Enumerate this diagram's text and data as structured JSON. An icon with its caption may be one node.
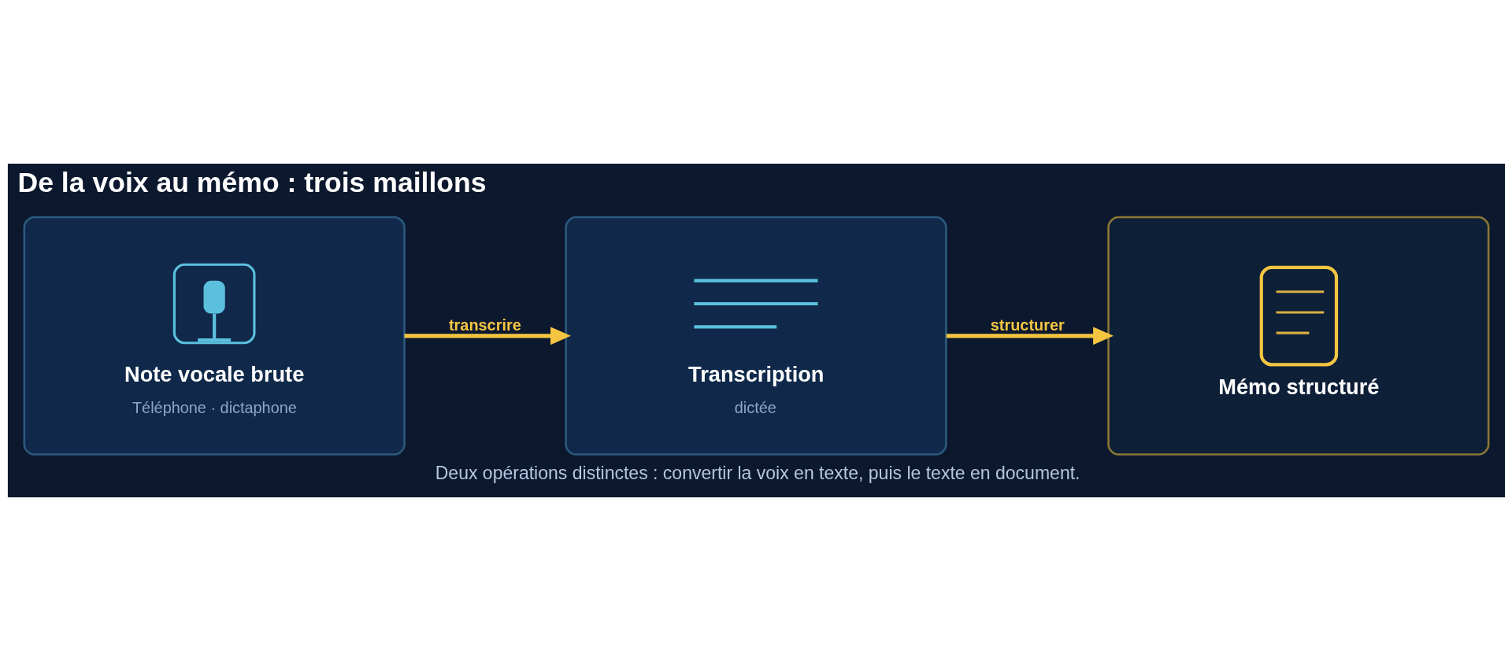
{
  "diagram": {
    "title": "De la voix au mémo : trois maillons",
    "caption": "Deux opérations distinctes : convertir la voix en texte, puis le texte en document.",
    "nodes": [
      {
        "text": [
          "Note vocale brute",
          "Téléphone · dictaphone"
        ]
      },
      {
        "text": [
          "Transcription",
          "dictée"
        ]
      },
      {
        "text": [
          "Mémo structuré"
        ]
      }
    ],
    "edges": [
      {
        "from": 0,
        "to": 1,
        "arrow": "to",
        "label": "transcrire"
      },
      {
        "from": 1,
        "to": 2,
        "arrow": "to",
        "label": "structurer"
      }
    ]
  }
}
